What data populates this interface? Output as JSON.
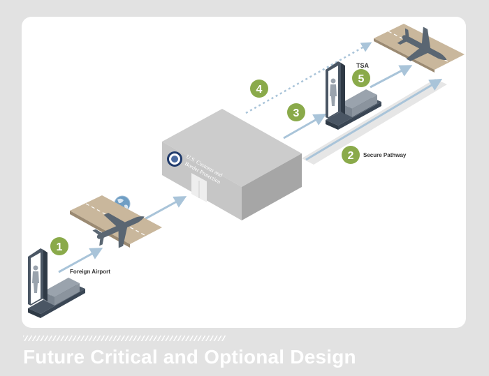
{
  "title": "Future Critical and Optional Design",
  "labels": {
    "foreign_airport": "Foreign Airport",
    "secure_pathway": "Secure Pathway",
    "tsa": "TSA"
  },
  "building_sign": {
    "line1": "U.S. Customs and",
    "line2": "Border Protection"
  },
  "steps": [
    "1",
    "2",
    "3",
    "4",
    "5"
  ],
  "colors": {
    "step_green": "#8aaa4a",
    "arrow_blue": "#a9c4d9",
    "runway_tan": "#c9b79c",
    "building_gray": "#b9b9b9",
    "scanner_navy": "#3a4654"
  }
}
